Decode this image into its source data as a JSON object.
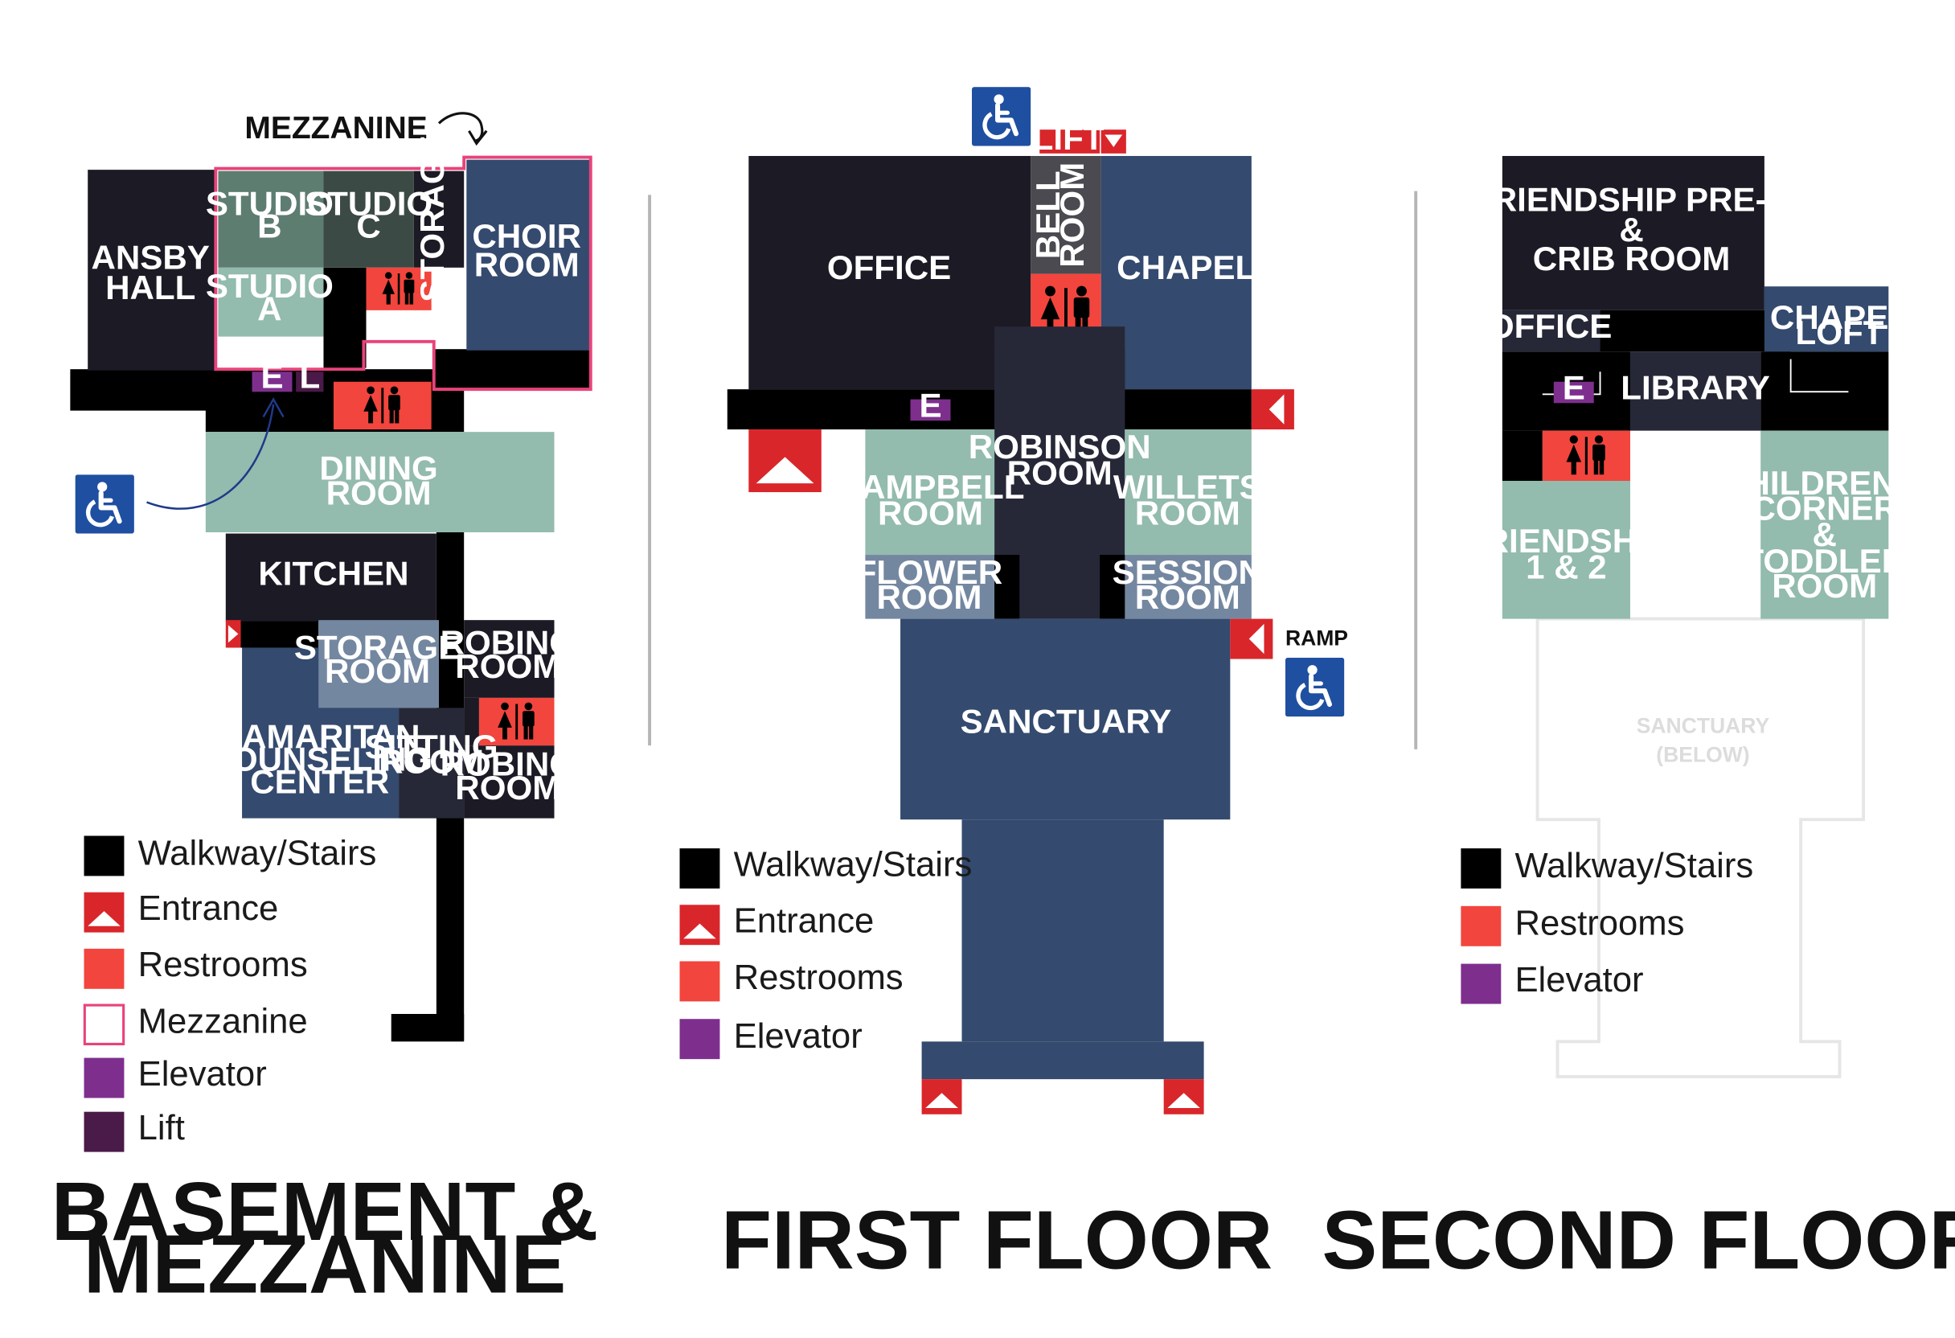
{
  "colors": {
    "walkway": "#000000",
    "entrance": "#d9262b",
    "restroom": "#f2453d",
    "mezzanine_outline": "#e8437a",
    "elevator": "#7e2f8e",
    "lift": "#4a1a48",
    "dark_room": "#1c1a24",
    "navy_room": "#344a6e",
    "sage_room": "#93bbae",
    "teal_room": "#5e7d71",
    "slate_room": "#7487a0",
    "gray_room": "#4a4a50",
    "ghost": "#e8e8e8"
  },
  "icons": {
    "wheelchair": "wheelchair-icon",
    "restroom": "restroom-icon",
    "entrance": "entrance-arrow-icon"
  },
  "basement": {
    "title_line1": "BASEMENT &",
    "title_line2": "MEZZANINE",
    "mezzanine_label": "MEZZANINE",
    "rooms": {
      "ansby_1": "ANSBY",
      "ansby_2": "HALL",
      "studio_b_1": "STUDIO",
      "studio_b_2": "B",
      "studio_c_1": "STUDIO",
      "studio_c_2": "C",
      "studio_a_1": "STUDIO",
      "studio_a_2": "A",
      "storage_vertical": "STORAGE",
      "choir_1": "CHOIR",
      "choir_2": "ROOM",
      "dining_1": "DINING",
      "dining_2": "ROOM",
      "kitchen": "KITCHEN",
      "storage_room_1": "STORAGE",
      "storage_room_2": "ROOM",
      "robing_top_1": "ROBING",
      "robing_top_2": "ROOM",
      "samaritan_1": "SAMARITAN",
      "samaritan_2": "COUNSELING",
      "samaritan_3": "CENTER",
      "sitting_1": "SITTING",
      "sitting_2": "ROOM",
      "robing_bottom_1": "ROBING",
      "robing_bottom_2": "ROOM",
      "elevator_tag": "E",
      "lift_tag": "L"
    },
    "legend": [
      {
        "label": "Walkway/Stairs",
        "swatch": "walkway"
      },
      {
        "label": "Entrance",
        "swatch": "entrance"
      },
      {
        "label": "Restrooms",
        "swatch": "restroom"
      },
      {
        "label": "Mezzanine",
        "swatch": "mezzanine"
      },
      {
        "label": "Elevator",
        "swatch": "elevator"
      },
      {
        "label": "Lift",
        "swatch": "lift"
      }
    ]
  },
  "first": {
    "title": "FIRST FLOOR",
    "lift_label": "LIFT",
    "ramp_label": "RAMP",
    "rooms": {
      "office": "OFFICE",
      "bell_1": "BELL",
      "bell_2": "ROOM",
      "chapel": "CHAPEL",
      "robinson_1": "ROBINSON",
      "robinson_2": "ROOM",
      "campbell_1": "CAMPBELL",
      "campbell_2": "ROOM",
      "willets_1": "WILLETS",
      "willets_2": "ROOM",
      "flower_1": "FLOWER",
      "flower_2": "ROOM",
      "session_1": "SESSION",
      "session_2": "ROOM",
      "sanctuary": "SANCTUARY",
      "elevator_tag": "E"
    },
    "legend": [
      {
        "label": "Walkway/Stairs",
        "swatch": "walkway"
      },
      {
        "label": "Entrance",
        "swatch": "entrance"
      },
      {
        "label": "Restrooms",
        "swatch": "restroom"
      },
      {
        "label": "Elevator",
        "swatch": "elevator"
      }
    ]
  },
  "second": {
    "title": "SECOND FLOOR",
    "rooms": {
      "friendship_prek_1": "FRIENDSHIP PRE-K",
      "friendship_prek_2": "&",
      "friendship_prek_3": "CRIB ROOM",
      "office": "OFFICE",
      "chapel_loft_1": "CHAPEL",
      "chapel_loft_2": "LOFT",
      "library": "LIBRARY",
      "friendship12_1": "FRIENDSHIP",
      "friendship12_2": "1 & 2",
      "children_1": "CHILDREN’S",
      "children_2": "CORNER",
      "children_3": "&",
      "children_4": "TODDLER",
      "children_5": "ROOM",
      "sanctuary_1": "SANCTUARY",
      "sanctuary_2": "(BELOW)",
      "elevator_tag": "E"
    },
    "legend": [
      {
        "label": "Walkway/Stairs",
        "swatch": "walkway"
      },
      {
        "label": "Restrooms",
        "swatch": "restroom"
      },
      {
        "label": "Elevator",
        "swatch": "elevator"
      }
    ]
  }
}
